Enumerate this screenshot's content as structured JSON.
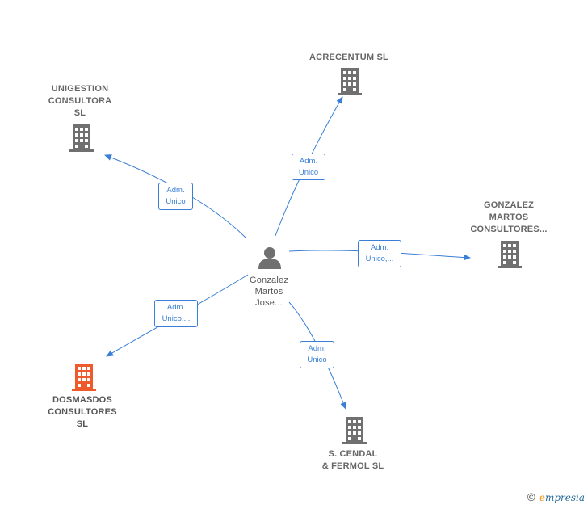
{
  "nodes": {
    "person": {
      "lines": [
        "Gonzalez",
        "Martos",
        "Jose..."
      ]
    },
    "acrecentum": {
      "lines": [
        "ACRECENTUM SL"
      ]
    },
    "unigestion": {
      "lines": [
        "UNIGESTION",
        "CONSULTORA",
        "SL"
      ]
    },
    "gonzalez_martos": {
      "lines": [
        "GONZALEZ",
        "MARTOS",
        "CONSULTORES..."
      ]
    },
    "dosmasdos": {
      "lines": [
        "DOSMASDOS",
        "CONSULTORES",
        "SL"
      ]
    },
    "cendal": {
      "lines": [
        "S.  CENDAL",
        "& FERMOL  SL"
      ]
    }
  },
  "edges": {
    "acrecentum": [
      "Adm.",
      "Unico"
    ],
    "unigestion": [
      "Adm.",
      "Unico"
    ],
    "gonzalez_martos": [
      "Adm.",
      "Unico,..."
    ],
    "dosmasdos": [
      "Adm.",
      "Unico,..."
    ],
    "cendal": [
      "Adm.",
      "Unico"
    ]
  },
  "colors": {
    "edge": "#3a7fd5",
    "building": "#707070",
    "building_highlight": "#ee5a2c",
    "person": "#707070"
  },
  "icons": {
    "person": "person-icon",
    "company": "building-icon"
  },
  "watermark": {
    "symbol": "©",
    "brand_initial": "e",
    "brand_rest": "mpresia"
  }
}
